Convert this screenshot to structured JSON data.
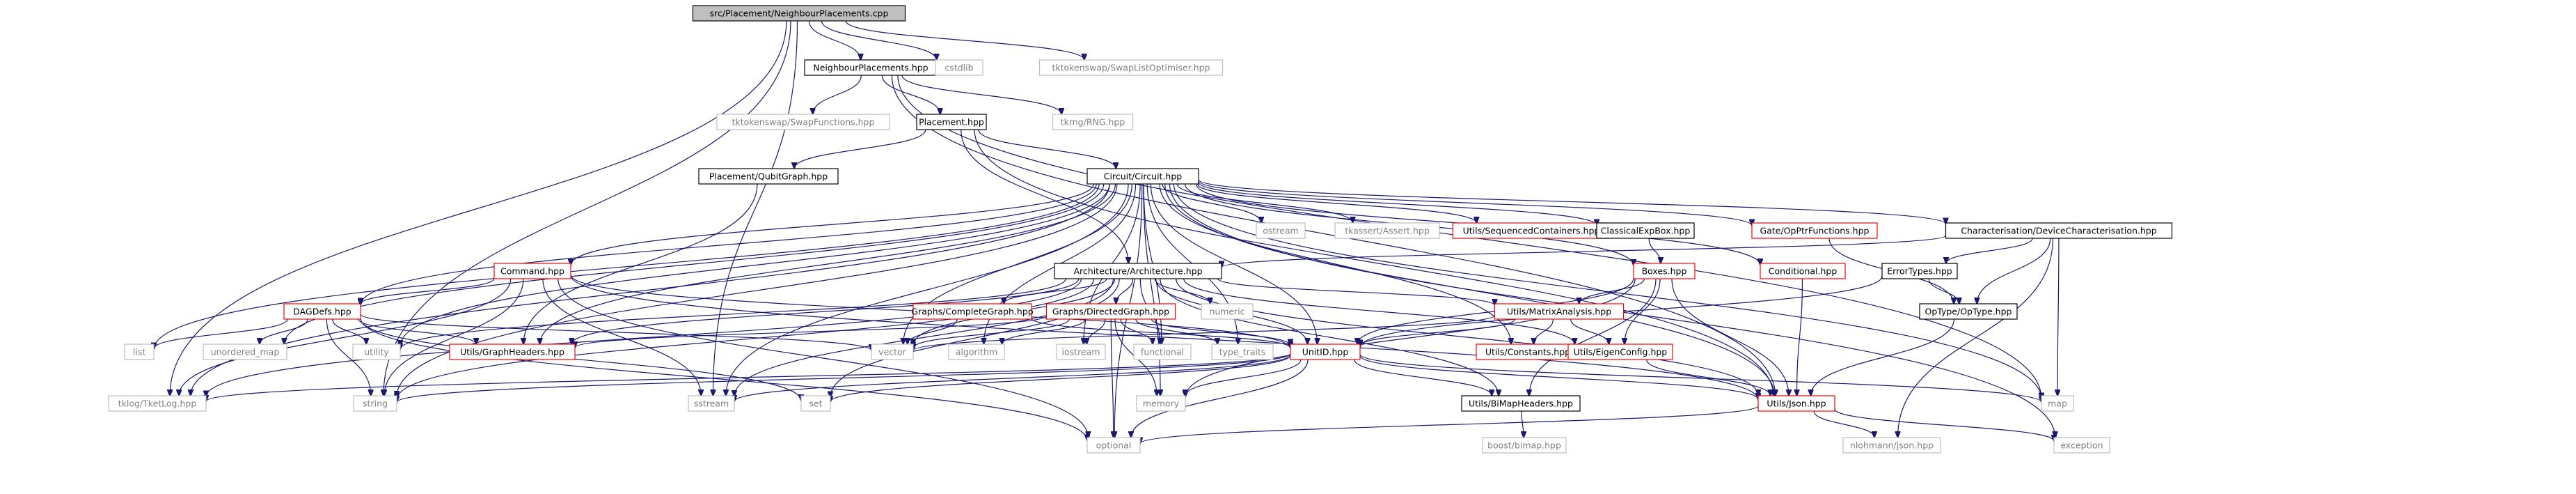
{
  "diagram": {
    "type": "include-dependency-graph",
    "root": "src/Placement/NeighbourPlacements.cpp",
    "colors": {
      "edge": "#191970",
      "root_fill": "#bfbfbf",
      "linked_border": "#000000",
      "documented_border": "#ff0000",
      "external_border": "#bfbfbf",
      "external_text": "#808080"
    },
    "nodes": [
      {
        "id": "root",
        "label": "src/Placement/NeighbourPlacements.cpp",
        "kind": "root"
      },
      {
        "id": "nph",
        "label": "NeighbourPlacements.hpp",
        "kind": "black"
      },
      {
        "id": "cstdlib",
        "label": "cstdlib",
        "kind": "gray"
      },
      {
        "id": "swaplistopt",
        "label": "tktokenswap/SwapListOptimiser.hpp",
        "kind": "gray"
      },
      {
        "id": "swapfunc",
        "label": "tktokenswap/SwapFunctions.hpp",
        "kind": "gray"
      },
      {
        "id": "placement",
        "label": "Placement.hpp",
        "kind": "black"
      },
      {
        "id": "rng",
        "label": "tkrng/RNG.hpp",
        "kind": "gray"
      },
      {
        "id": "qubitgraph",
        "label": "Placement/QubitGraph.hpp",
        "kind": "black"
      },
      {
        "id": "circuit",
        "label": "Circuit/Circuit.hpp",
        "kind": "black"
      },
      {
        "id": "ostream",
        "label": "ostream",
        "kind": "gray"
      },
      {
        "id": "tkassert",
        "label": "tkassert/Assert.hpp",
        "kind": "gray"
      },
      {
        "id": "seqcont",
        "label": "Utils/SequencedContainers.hpp",
        "kind": "red"
      },
      {
        "id": "classexp",
        "label": "ClassicalExpBox.hpp",
        "kind": "black"
      },
      {
        "id": "opptr",
        "label": "Gate/OpPtrFunctions.hpp",
        "kind": "red"
      },
      {
        "id": "devchar",
        "label": "Characterisation/DeviceCharacterisation.hpp",
        "kind": "black"
      },
      {
        "id": "command",
        "label": "Command.hpp",
        "kind": "red"
      },
      {
        "id": "arch",
        "label": "Architecture/Architecture.hpp",
        "kind": "black"
      },
      {
        "id": "boxes",
        "label": "Boxes.hpp",
        "kind": "red"
      },
      {
        "id": "conditional",
        "label": "Conditional.hpp",
        "kind": "red"
      },
      {
        "id": "errortypes",
        "label": "ErrorTypes.hpp",
        "kind": "black"
      },
      {
        "id": "dagdefs",
        "label": "DAGDefs.hpp",
        "kind": "red"
      },
      {
        "id": "completegraph",
        "label": "Graphs/CompleteGraph.hpp",
        "kind": "red"
      },
      {
        "id": "directedgraph",
        "label": "Graphs/DirectedGraph.hpp",
        "kind": "red"
      },
      {
        "id": "numeric",
        "label": "numeric",
        "kind": "gray"
      },
      {
        "id": "matrix",
        "label": "Utils/MatrixAnalysis.hpp",
        "kind": "red"
      },
      {
        "id": "optype",
        "label": "OpType/OpType.hpp",
        "kind": "black"
      },
      {
        "id": "list",
        "label": "list",
        "kind": "gray"
      },
      {
        "id": "unordered_map",
        "label": "unordered_map",
        "kind": "gray"
      },
      {
        "id": "utility",
        "label": "utility",
        "kind": "gray"
      },
      {
        "id": "graphheaders",
        "label": "Utils/GraphHeaders.hpp",
        "kind": "red"
      },
      {
        "id": "vector",
        "label": "vector",
        "kind": "gray"
      },
      {
        "id": "algorithm",
        "label": "algorithm",
        "kind": "gray"
      },
      {
        "id": "iostream",
        "label": "iostream",
        "kind": "gray"
      },
      {
        "id": "functional",
        "label": "functional",
        "kind": "gray"
      },
      {
        "id": "type_traits",
        "label": "type_traits",
        "kind": "gray"
      },
      {
        "id": "unitid",
        "label": "UnitID.hpp",
        "kind": "red"
      },
      {
        "id": "constants",
        "label": "Utils/Constants.hpp",
        "kind": "red"
      },
      {
        "id": "eigenconfig",
        "label": "Utils/EigenConfig.hpp",
        "kind": "red"
      },
      {
        "id": "tklog",
        "label": "tklog/TketLog.hpp",
        "kind": "gray"
      },
      {
        "id": "string",
        "label": "string",
        "kind": "gray"
      },
      {
        "id": "sstream",
        "label": "sstream",
        "kind": "gray"
      },
      {
        "id": "set",
        "label": "set",
        "kind": "gray"
      },
      {
        "id": "memory",
        "label": "memory",
        "kind": "gray"
      },
      {
        "id": "bimap",
        "label": "Utils/BiMapHeaders.hpp",
        "kind": "black"
      },
      {
        "id": "json",
        "label": "Utils/Json.hpp",
        "kind": "red"
      },
      {
        "id": "map",
        "label": "map",
        "kind": "gray"
      },
      {
        "id": "boostbimap",
        "label": "boost/bimap.hpp",
        "kind": "gray"
      },
      {
        "id": "optional",
        "label": "optional",
        "kind": "gray"
      },
      {
        "id": "nlohmann",
        "label": "nlohmann/json.hpp",
        "kind": "gray"
      },
      {
        "id": "exception",
        "label": "exception",
        "kind": "gray"
      }
    ],
    "edges": [
      [
        "root",
        "nph"
      ],
      [
        "root",
        "cstdlib"
      ],
      [
        "root",
        "swaplistopt"
      ],
      [
        "root",
        "tklog"
      ],
      [
        "root",
        "string"
      ],
      [
        "root",
        "sstream"
      ],
      [
        "nph",
        "swapfunc"
      ],
      [
        "nph",
        "placement"
      ],
      [
        "nph",
        "rng"
      ],
      [
        "nph",
        "json"
      ],
      [
        "nph",
        "map"
      ],
      [
        "placement",
        "qubitgraph"
      ],
      [
        "placement",
        "circuit"
      ],
      [
        "placement",
        "arch"
      ],
      [
        "placement",
        "json"
      ],
      [
        "qubitgraph",
        "graphheaders"
      ],
      [
        "circuit",
        "ostream"
      ],
      [
        "circuit",
        "tkassert"
      ],
      [
        "circuit",
        "seqcont"
      ],
      [
        "circuit",
        "classexp"
      ],
      [
        "circuit",
        "opptr"
      ],
      [
        "circuit",
        "devchar"
      ],
      [
        "circuit",
        "command"
      ],
      [
        "circuit",
        "dagdefs"
      ],
      [
        "circuit",
        "boxes"
      ],
      [
        "circuit",
        "conditional"
      ],
      [
        "circuit",
        "list"
      ],
      [
        "circuit",
        "unordered_map"
      ],
      [
        "circuit",
        "utility"
      ],
      [
        "circuit",
        "graphheaders"
      ],
      [
        "circuit",
        "vector"
      ],
      [
        "circuit",
        "algorithm"
      ],
      [
        "circuit",
        "iostream"
      ],
      [
        "circuit",
        "functional"
      ],
      [
        "circuit",
        "type_traits"
      ],
      [
        "circuit",
        "unitid"
      ],
      [
        "circuit",
        "constants"
      ],
      [
        "circuit",
        "tklog"
      ],
      [
        "circuit",
        "string"
      ],
      [
        "circuit",
        "sstream"
      ],
      [
        "circuit",
        "memory"
      ],
      [
        "circuit",
        "json"
      ],
      [
        "circuit",
        "map"
      ],
      [
        "circuit",
        "optional"
      ],
      [
        "circuit",
        "exception"
      ],
      [
        "classexp",
        "boxes"
      ],
      [
        "opptr",
        "optype"
      ],
      [
        "devchar",
        "arch"
      ],
      [
        "devchar",
        "errortypes"
      ],
      [
        "devchar",
        "optype"
      ],
      [
        "devchar",
        "map"
      ],
      [
        "devchar",
        "nlohmann"
      ],
      [
        "command",
        "dagdefs"
      ],
      [
        "command",
        "unitid"
      ],
      [
        "command",
        "tklog"
      ],
      [
        "command",
        "string"
      ],
      [
        "command",
        "sstream"
      ],
      [
        "command",
        "optional"
      ],
      [
        "command",
        "json"
      ],
      [
        "arch",
        "completegraph"
      ],
      [
        "arch",
        "directedgraph"
      ],
      [
        "arch",
        "numeric"
      ],
      [
        "arch",
        "matrix"
      ],
      [
        "arch",
        "eigenconfig"
      ],
      [
        "arch",
        "unitid"
      ],
      [
        "arch",
        "bimap"
      ],
      [
        "arch",
        "graphheaders"
      ],
      [
        "arch",
        "vector"
      ],
      [
        "arch",
        "set"
      ],
      [
        "arch",
        "string"
      ],
      [
        "arch",
        "sstream"
      ],
      [
        "arch",
        "utility"
      ],
      [
        "arch",
        "tklog"
      ],
      [
        "arch",
        "functional"
      ],
      [
        "arch",
        "json"
      ],
      [
        "boxes",
        "matrix"
      ],
      [
        "boxes",
        "eigenconfig"
      ],
      [
        "boxes",
        "unitid"
      ],
      [
        "boxes",
        "json"
      ],
      [
        "boxes",
        "bimap"
      ],
      [
        "boxes",
        "memory"
      ],
      [
        "conditional",
        "json"
      ],
      [
        "errortypes",
        "optype"
      ],
      [
        "errortypes",
        "unitid"
      ],
      [
        "dagdefs",
        "list"
      ],
      [
        "dagdefs",
        "unordered_map"
      ],
      [
        "dagdefs",
        "utility"
      ],
      [
        "dagdefs",
        "graphheaders"
      ],
      [
        "dagdefs",
        "vector"
      ],
      [
        "dagdefs",
        "string"
      ],
      [
        "dagdefs",
        "set"
      ],
      [
        "dagdefs",
        "optional"
      ],
      [
        "completegraph",
        "vector"
      ],
      [
        "completegraph",
        "unitid"
      ],
      [
        "directedgraph",
        "graphheaders"
      ],
      [
        "directedgraph",
        "algorithm"
      ],
      [
        "directedgraph",
        "iostream"
      ],
      [
        "directedgraph",
        "functional"
      ],
      [
        "directedgraph",
        "type_traits"
      ],
      [
        "directedgraph",
        "unitid"
      ],
      [
        "directedgraph",
        "memory"
      ],
      [
        "directedgraph",
        "optional"
      ],
      [
        "directedgraph",
        "vector"
      ],
      [
        "matrix",
        "constants"
      ],
      [
        "matrix",
        "eigenconfig"
      ],
      [
        "matrix",
        "unitid"
      ],
      [
        "matrix",
        "vector"
      ],
      [
        "optype",
        "json"
      ],
      [
        "unitid",
        "tklog"
      ],
      [
        "unitid",
        "string"
      ],
      [
        "unitid",
        "sstream"
      ],
      [
        "unitid",
        "set"
      ],
      [
        "unitid",
        "memory"
      ],
      [
        "unitid",
        "bimap"
      ],
      [
        "unitid",
        "json"
      ],
      [
        "unitid",
        "map"
      ],
      [
        "unitid",
        "optional"
      ],
      [
        "eigenconfig",
        "json"
      ],
      [
        "bimap",
        "boostbimap"
      ],
      [
        "json",
        "optional"
      ],
      [
        "json",
        "nlohmann"
      ],
      [
        "json",
        "exception"
      ]
    ]
  }
}
